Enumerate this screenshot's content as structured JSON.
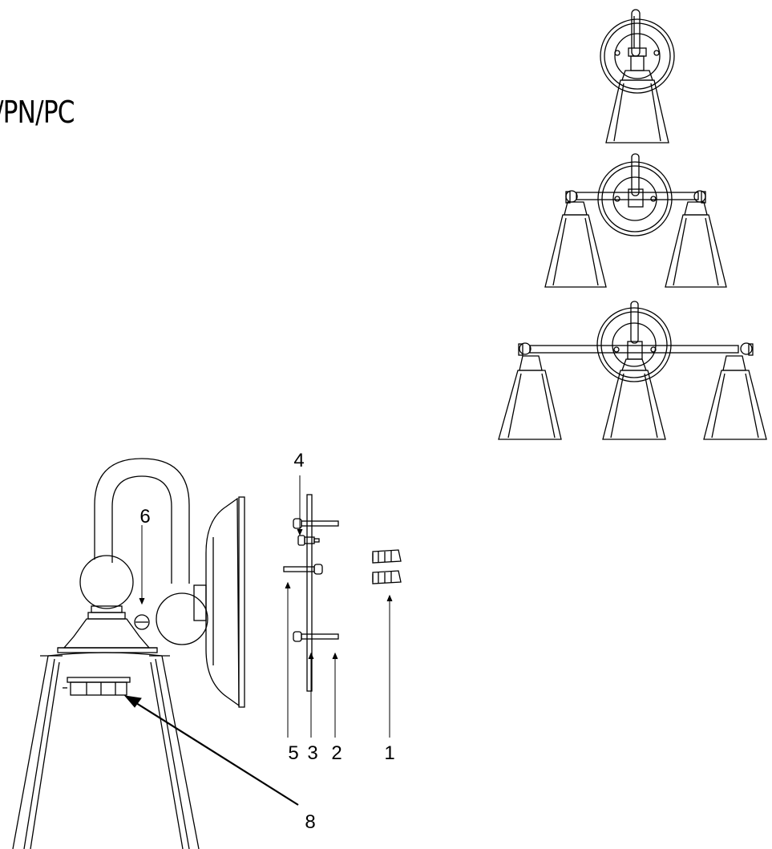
{
  "header": {
    "finish_text": "/PN/PC"
  },
  "fixtures": {
    "one_light": {
      "name": "one-light-fixture"
    },
    "two_light": {
      "name": "two-light-fixture"
    },
    "three_light": {
      "name": "three-light-fixture"
    }
  },
  "callouts": {
    "c1": "1",
    "c2": "2",
    "c3": "3",
    "c4": "4",
    "c5": "5",
    "c6": "6",
    "c8": "8"
  },
  "icons": [
    "wall-sconce-icon",
    "wire-nut-icon",
    "screw-icon",
    "mounting-strap-icon",
    "bulb-socket-icon",
    "glass-shade-icon"
  ]
}
